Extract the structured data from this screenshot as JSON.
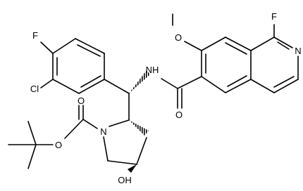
{
  "molecule": {
    "atom_labels": {
      "fluoro_phenyl": "F",
      "chloro": "Cl",
      "amide_nh": "NH",
      "methoxy_o": "O",
      "fluoro_isoquinoline": "F",
      "isoquinoline_n": "N",
      "amide_o": "O",
      "pyrrolidine_n": "N",
      "carbamate_o_carbonyl": "O",
      "carbamate_o_ester": "O",
      "hydroxyl": "OH"
    },
    "colors": {
      "bond": "#000000",
      "text": "#000000",
      "background": "#ffffff"
    }
  }
}
